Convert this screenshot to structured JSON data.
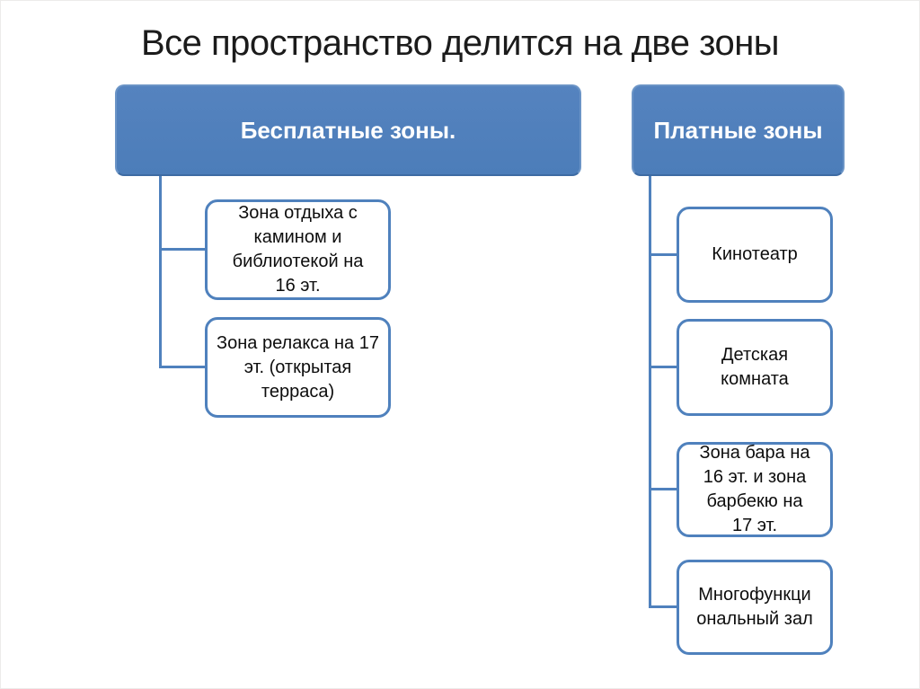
{
  "title": "Все пространство делится на две зоны",
  "colors": {
    "accent_fill": "#4E80BD",
    "node_border": "#4F81BD",
    "connector": "#4F81BD",
    "header_text": "#FFFFFF",
    "body_text": "#0D0D0D",
    "title_text": "#1B1B1B",
    "background": "#FFFFFF"
  },
  "diagram": {
    "type": "tree",
    "columns": [
      {
        "id": "free-zones",
        "header": "Бесплатные зоны.",
        "children": [
          "Зона отдыха с\nкамином и\nбиблиотекой на\n16 эт.",
          "Зона релакса на 17\nэт. (открытая\nтерраса)"
        ]
      },
      {
        "id": "paid-zones",
        "header": "Платные зоны",
        "children": [
          "Кинотеатр",
          "Детская\nкомната",
          "Зона бара на\n16 эт. и зона\nбарбекю на\n17 эт.",
          "Многофункци\nональный зал"
        ]
      }
    ]
  }
}
